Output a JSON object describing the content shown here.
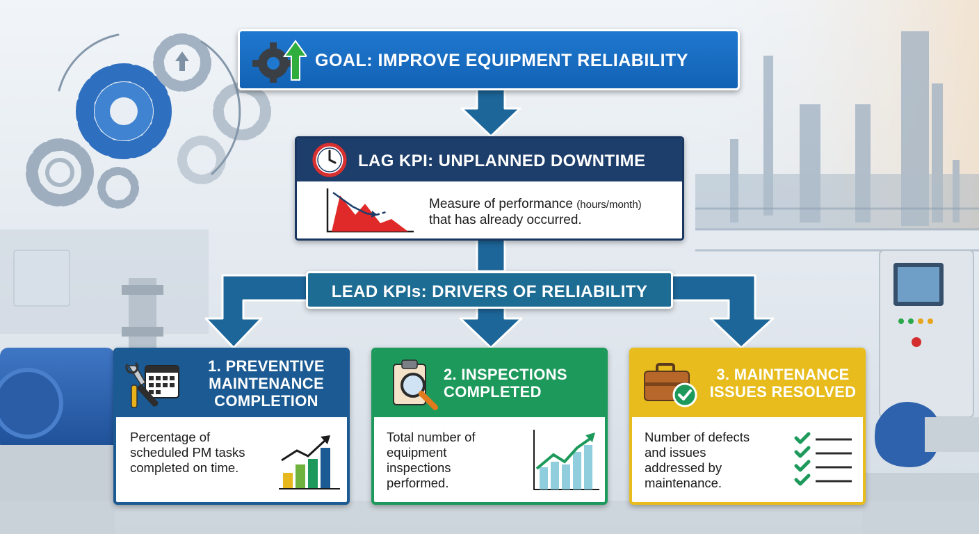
{
  "goal": {
    "title": "GOAL: IMPROVE EQUIPMENT RELIABILITY",
    "icon": "gear-up-arrow-icon"
  },
  "lag": {
    "title": "LAG KPI: UNPLANNED DOWNTIME",
    "icon": "clock-icon",
    "desc_1": "Measure of performance",
    "desc_unit": "(hours/month)",
    "desc_2": "that has already occurred.",
    "chart_icon": "declining-chart-icon"
  },
  "lead": {
    "title": "LEAD KPIs: DRIVERS OF RELIABILITY"
  },
  "cards": [
    {
      "title_1": "1. PREVENTIVE",
      "title_2": "MAINTENANCE",
      "title_3": "COMPLETION",
      "desc_1": "Percentage of",
      "desc_2": "scheduled PM tasks",
      "desc_3": "completed on time.",
      "icon": "wrench-calendar-icon",
      "chart_icon": "rising-bar-chart-icon"
    },
    {
      "title_1": "2. INSPECTIONS",
      "title_2": "COMPLETED",
      "desc_1": "Total number of",
      "desc_2": "equipment",
      "desc_3": "inspections",
      "desc_4": "performed.",
      "icon": "clipboard-magnifier-icon",
      "chart_icon": "rising-line-chart-icon"
    },
    {
      "title_1": "3. MAINTENANCE",
      "title_2": "ISSUES RESOLVED",
      "desc_1": "Number of defects",
      "desc_2": "and issues",
      "desc_3": "addressed by",
      "desc_4": "maintenance.",
      "icon": "toolbox-check-icon",
      "chart_icon": "checklist-icon"
    }
  ],
  "colors": {
    "goal_blue": "#1565c0",
    "lag_navy": "#1d3d6a",
    "lead_teal": "#1d6c93",
    "card1_blue": "#1b5a92",
    "card2_green": "#1d9a5b",
    "card3_yellow": "#e7bc1c",
    "downtime_red": "#e02a2a"
  }
}
